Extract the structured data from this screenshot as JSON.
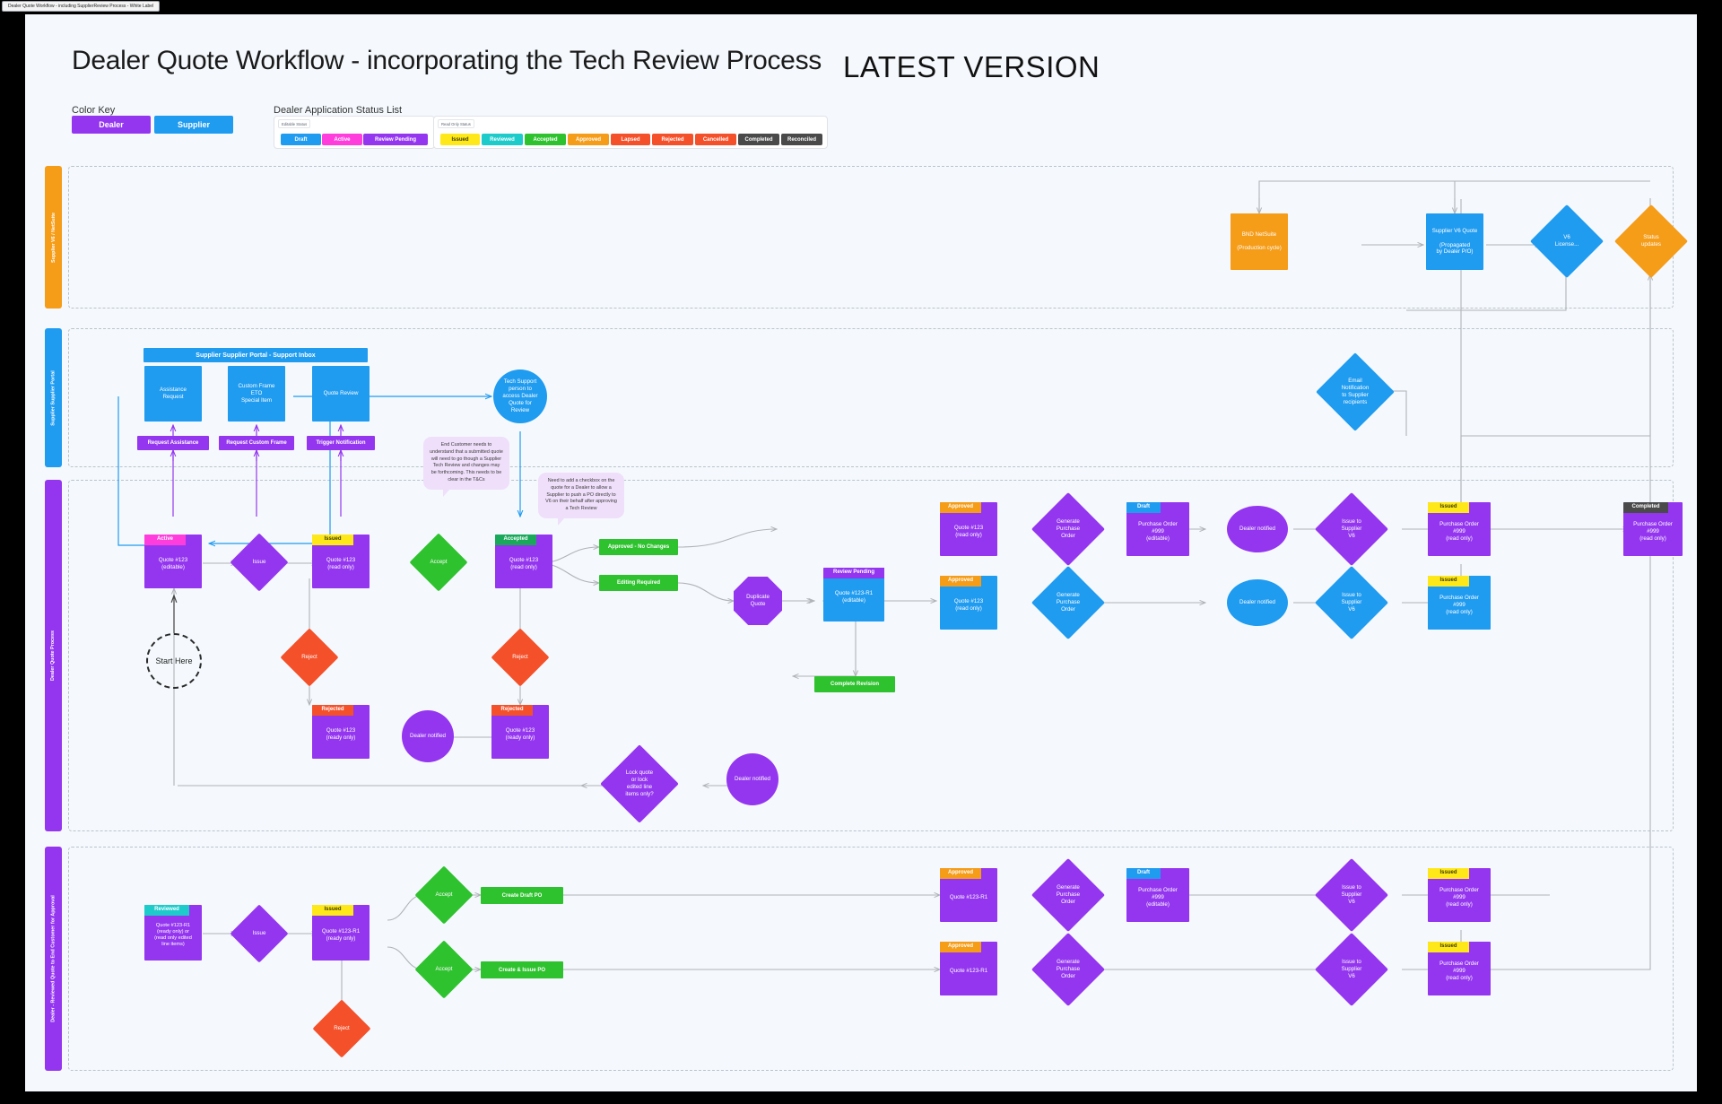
{
  "browser": {
    "tab_title": "Dealer Quote Workflow - including SupplierReview Process - White Label"
  },
  "header": {
    "title": "Dealer Quote Workflow - incorporating the Tech Review Process",
    "badge": "LATEST VERSION"
  },
  "color_key": {
    "heading": "Color Key",
    "items": [
      {
        "label": "Dealer",
        "color": "#9436ef"
      },
      {
        "label": "Supplier",
        "color": "#1f9bf0"
      }
    ]
  },
  "status_list": {
    "heading": "Dealer Application Status List",
    "editable": {
      "tag": "Editable Status",
      "items": [
        {
          "label": "Draft",
          "color": "#1f9bf0"
        },
        {
          "label": "Active",
          "color": "#ff3ddc"
        },
        {
          "label": "Review Pending",
          "color": "#9436ef"
        }
      ]
    },
    "read_only": {
      "tag": "Read Only Status",
      "items": [
        {
          "label": "Issued",
          "color": "#ffe81a",
          "text": "#3a3a00"
        },
        {
          "label": "Reviewed",
          "color": "#1ecbcb"
        },
        {
          "label": "Accepted",
          "color": "#2fc22f"
        },
        {
          "label": "Approved",
          "color": "#f59c18"
        },
        {
          "label": "Lapsed",
          "color": "#f4502a"
        },
        {
          "label": "Rejected",
          "color": "#f4502a"
        },
        {
          "label": "Cancelled",
          "color": "#f4502a"
        },
        {
          "label": "Completed",
          "color": "#4a4a4a"
        },
        {
          "label": "Reconciled",
          "color": "#4a4a4a"
        }
      ]
    }
  },
  "lanes": [
    {
      "id": "lane-supplier-v6",
      "label": "Supplier V6 / NetSuite",
      "color": "#f59c18"
    },
    {
      "id": "lane-supplier-portal",
      "label": "Supplier Supplier Portal",
      "color": "#1f9bf0"
    },
    {
      "id": "lane-dealer-quote",
      "label": "Dealer Quote Process",
      "color": "#9436ef"
    },
    {
      "id": "lane-dealer-review",
      "label": "Dealer - Reviewed Quote to End Customer for Approval",
      "color": "#9436ef"
    }
  ],
  "nodes": {
    "bnd_netsuite": {
      "text": "BND NetSuite\n\n(Production cycle)"
    },
    "supplier_v6_quote": {
      "text": "Supplier V6 Quote\n\n(Propagated\nby Dealer P/O)"
    },
    "v6_license": {
      "text": "V6\nLicense..."
    },
    "status_updates": {
      "text": "Status\nupdates"
    },
    "support_inbox": {
      "text": "Supplier Supplier Portal - Support Inbox"
    },
    "assistance_request": {
      "text": "Assistance\nRequest"
    },
    "custom_frame": {
      "text": "Custom Frame\nETO\nSpecial Item"
    },
    "quote_review": {
      "text": "Quote Review"
    },
    "tech_support": {
      "text": "Tech Support\nperson to\naccess Dealer\nQuote for\nReview"
    },
    "request_assistance": {
      "text": "Request Assistance"
    },
    "request_custom_frame": {
      "text": "Request Custom Frame"
    },
    "trigger_notification": {
      "text": "Trigger Notification"
    },
    "email_notification": {
      "text": "Email\nNotification\nto Supplier\nrecipients"
    },
    "note_end_customer": {
      "text": "End Customer needs to understand that a submitted quote will need to go though a  Supplier Tech Review and changes may be forthcoming. This needs to be clear in the T&Cs"
    },
    "note_checkbox": {
      "text": "Need to add a checkbox on the quote for a Dealer to allow a Supplier to push a PO directly to V6 on their behalf after approving a Tech Review"
    },
    "start_here": {
      "text": "Start Here"
    },
    "quote_active": {
      "status": "Active",
      "text": "Quote #123\n(editable)"
    },
    "issue_1": {
      "text": "Issue"
    },
    "quote_issued": {
      "status": "Issued",
      "text": "Quote #123\n(read only)"
    },
    "accept_1": {
      "text": "Accept"
    },
    "quote_accepted": {
      "status": "Accepted",
      "text": "Quote  #123\n(read only)"
    },
    "reject_1": {
      "text": "Reject"
    },
    "reject_2": {
      "text": "Reject"
    },
    "quote_rejected_1": {
      "status": "Rejected",
      "text": "Quote #123\n(ready only)"
    },
    "quote_rejected_2": {
      "status": "Rejected",
      "text": "Quote #123\n(ready only)"
    },
    "dealer_notified_rej": {
      "text": "Dealer notified"
    },
    "approved_no_changes": {
      "text": "Approved - No Changes"
    },
    "editing_required": {
      "text": "Editing Required"
    },
    "duplicate_quote": {
      "text": "Duplicate\nQuote"
    },
    "quote_review_pending": {
      "status": "Review Pending",
      "text": "Quote #123-R1\n(editable)"
    },
    "complete_revision": {
      "text": "Complete Revision"
    },
    "dealer_notified_rev": {
      "text": "Dealer notified"
    },
    "lock_quote": {
      "text": "Lock quote\nor lock\nedited line\nitems only?"
    },
    "quote_approved_top": {
      "status": "Approved",
      "text": "Quote #123\n(read only)"
    },
    "gen_po_top": {
      "text": "Generate\nPurchase\nOrder"
    },
    "po_draft_top": {
      "status": "Draft",
      "text": "Purchase Order\n#999\n(editable)"
    },
    "dealer_notified_top": {
      "text": "Dealer notified"
    },
    "issue_supplier_top": {
      "text": "Issue to\nSupplier\nV6"
    },
    "po_issued_top": {
      "status": "Issued",
      "text": "Purchase Order\n#999\n(read only)"
    },
    "po_completed": {
      "status": "Completed",
      "text": "Purchase Order\n#999\n(read only)"
    },
    "quote_approved_mid": {
      "status": "Approved",
      "text": "Quote #123\n(read only)"
    },
    "gen_po_mid": {
      "text": "Generate\nPurchase\nOrder"
    },
    "dealer_notified_mid": {
      "text": "Dealer notified"
    },
    "issue_supplier_mid": {
      "text": "Issue to\nSupplier\nV6"
    },
    "po_issued_mid": {
      "status": "Issued",
      "text": "Purchase Order\n#999\n(read only)"
    },
    "quote_reviewed": {
      "status": "Reviewed",
      "text": "Quote #123-R1\n(ready only) or\n(read only edited\nline items)"
    },
    "issue_2": {
      "text": "Issue"
    },
    "quote_issued_b": {
      "status": "Issued",
      "text": "Quote #123-R1\n(ready only)"
    },
    "reject_3": {
      "text": "Reject"
    },
    "accept_b1": {
      "text": "Accept"
    },
    "accept_b2": {
      "text": "Accept"
    },
    "create_draft_po": {
      "text": "Create Draft PO"
    },
    "create_issue_po": {
      "text": "Create & Issue PO"
    },
    "quote_approved_b1": {
      "status": "Approved",
      "text": "Quote #123-R1"
    },
    "gen_po_b1": {
      "text": "Generate\nPurchase\nOrder"
    },
    "po_draft_b1": {
      "status": "Draft",
      "text": "Purchase Order\n#999\n(editable)"
    },
    "issue_supplier_b1": {
      "text": "Issue to\nSupplier\nV6"
    },
    "po_issued_b1": {
      "status": "Issued",
      "text": "Purchase Order\n#999\n(read only)"
    },
    "quote_approved_b2": {
      "status": "Approved",
      "text": "Quote #123-R1"
    },
    "gen_po_b2": {
      "text": "Generate\nPurchase\nOrder"
    },
    "issue_supplier_b2": {
      "text": "Issue to\nSupplier\nV6"
    },
    "po_issued_b2": {
      "status": "Issued",
      "text": "Purchase Order\n#999\n(read only)"
    }
  },
  "colors": {
    "dealer_purple": "#9436ef",
    "supplier_blue": "#1f9bf0",
    "orange": "#f59c18",
    "green": "#2fc22f",
    "red": "#f4502a",
    "yellow": "#ffe81a",
    "teal": "#1ecbcb",
    "pink": "#ff3ddc",
    "dark": "#4a4a4a",
    "edge": "#b0b4b9",
    "canvas_bg": "#f5f9fd"
  }
}
